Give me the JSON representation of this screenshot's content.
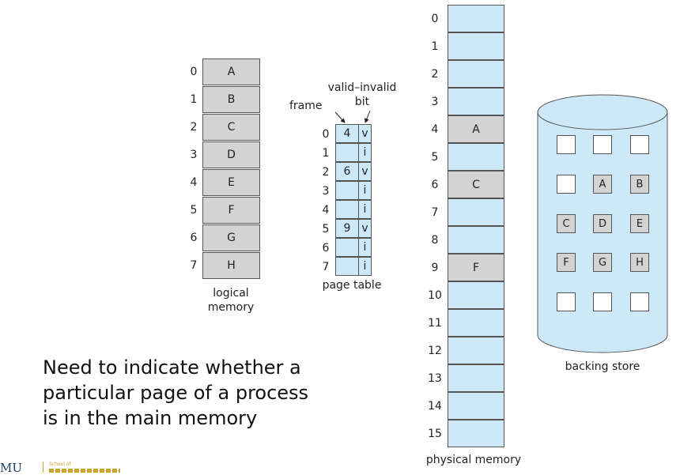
{
  "logical_memory": {
    "label_line1": "logical",
    "label_line2": "memory",
    "indices": [
      "0",
      "1",
      "2",
      "3",
      "4",
      "5",
      "6",
      "7"
    ],
    "pages": [
      "A",
      "B",
      "C",
      "D",
      "E",
      "F",
      "G",
      "H"
    ]
  },
  "page_table": {
    "label": "page table",
    "frame_label": "frame",
    "valid_label_line1": "valid–invalid",
    "valid_label_line2": "bit",
    "indices": [
      "0",
      "1",
      "2",
      "3",
      "4",
      "5",
      "6",
      "7"
    ],
    "frames": [
      "4",
      "",
      "6",
      "",
      "",
      "9",
      "",
      ""
    ],
    "bits": [
      "v",
      "i",
      "v",
      "i",
      "i",
      "v",
      "i",
      "i"
    ]
  },
  "physical_memory": {
    "label": "physical memory",
    "indices": [
      "0",
      "1",
      "2",
      "3",
      "4",
      "5",
      "6",
      "7",
      "8",
      "9",
      "10",
      "11",
      "12",
      "13",
      "14",
      "15"
    ],
    "contents": [
      "",
      "",
      "",
      "",
      "A",
      "",
      "C",
      "",
      "",
      "F",
      "",
      "",
      "",
      "",
      "",
      ""
    ]
  },
  "backing_store": {
    "label": "backing store",
    "rows": [
      [
        "",
        "",
        ""
      ],
      [
        "",
        "A",
        "B"
      ],
      [
        "C",
        "D",
        "E"
      ],
      [
        "F",
        "G",
        "H"
      ],
      [
        "",
        "",
        ""
      ]
    ]
  },
  "caption": {
    "line1": "Need to indicate whether a",
    "line2": "particular page of a process",
    "line3": "is in the main memory"
  },
  "footer": {
    "logo_text": "MU",
    "school_text": "School of"
  },
  "colors": {
    "cell_gray": "#d3d3d3",
    "cell_blue": "#cde9f7",
    "border": "#555555"
  }
}
